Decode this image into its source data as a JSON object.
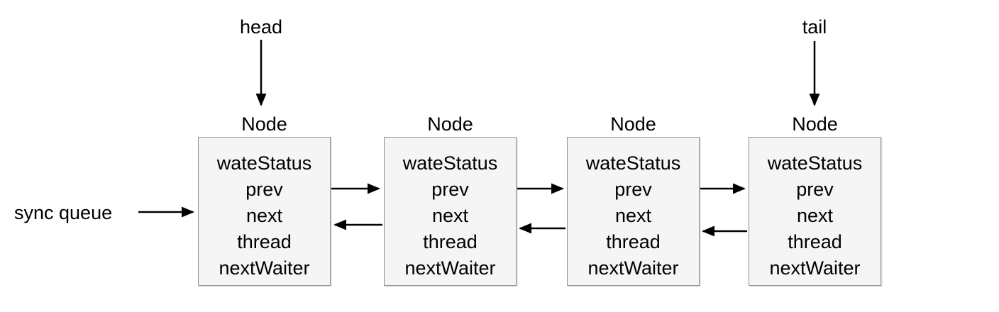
{
  "diagram": {
    "head_label": "head",
    "tail_label": "tail",
    "sync_queue_label": "sync queue"
  },
  "nodes": [
    {
      "title": "Node",
      "fields": [
        "wateStatus",
        "prev",
        "next",
        "thread",
        "nextWaiter"
      ]
    },
    {
      "title": "Node",
      "fields": [
        "wateStatus",
        "prev",
        "next",
        "thread",
        "nextWaiter"
      ]
    },
    {
      "title": "Node",
      "fields": [
        "wateStatus",
        "prev",
        "next",
        "thread",
        "nextWaiter"
      ]
    },
    {
      "title": "Node",
      "fields": [
        "wateStatus",
        "prev",
        "next",
        "thread",
        "nextWaiter"
      ]
    }
  ],
  "colors": {
    "background": "#ffffff",
    "box_fill": "#f5f5f5",
    "box_border": "#8f8f8f",
    "arrow": "#000000",
    "text": "#000000"
  }
}
